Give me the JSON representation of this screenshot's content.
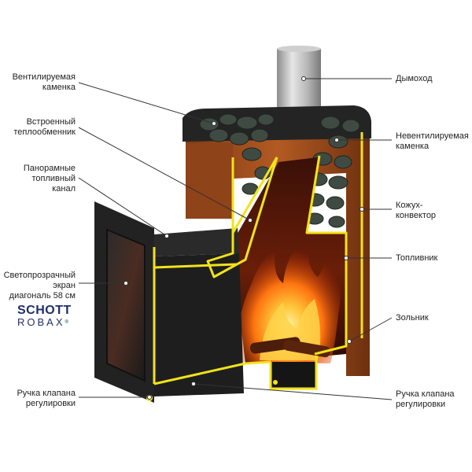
{
  "labels": {
    "ventilated_stones": "Вентилируемая\nкаменка",
    "heat_exchanger": "Встроенный\nтеплообменник",
    "fuel_channel": "Панорамные\nтопливный\nканал",
    "glass_screen": "Светопрозрачный\nэкран\nдиагональ 58 см",
    "damper_left": "Ручка клапана\nрегулировки",
    "chimney": "Дымоход",
    "closed_stones": "Невентилируемая\nкаменка",
    "convector": "Кожух-\nконвектор",
    "firebox": "Топливник",
    "ash_pan": "Зольник",
    "damper_right": "Ручка клапана\nрегулировки"
  },
  "brand": {
    "line1": "SCHOTT",
    "line2": "ROBAX",
    "reg": "®"
  },
  "colors": {
    "outline": "#f2e21a",
    "body_dark": "#1c1c1c",
    "casing_copper": "#a9521f",
    "chimney_steel": "#bdbdbd",
    "fire": "#ff8a1a"
  }
}
